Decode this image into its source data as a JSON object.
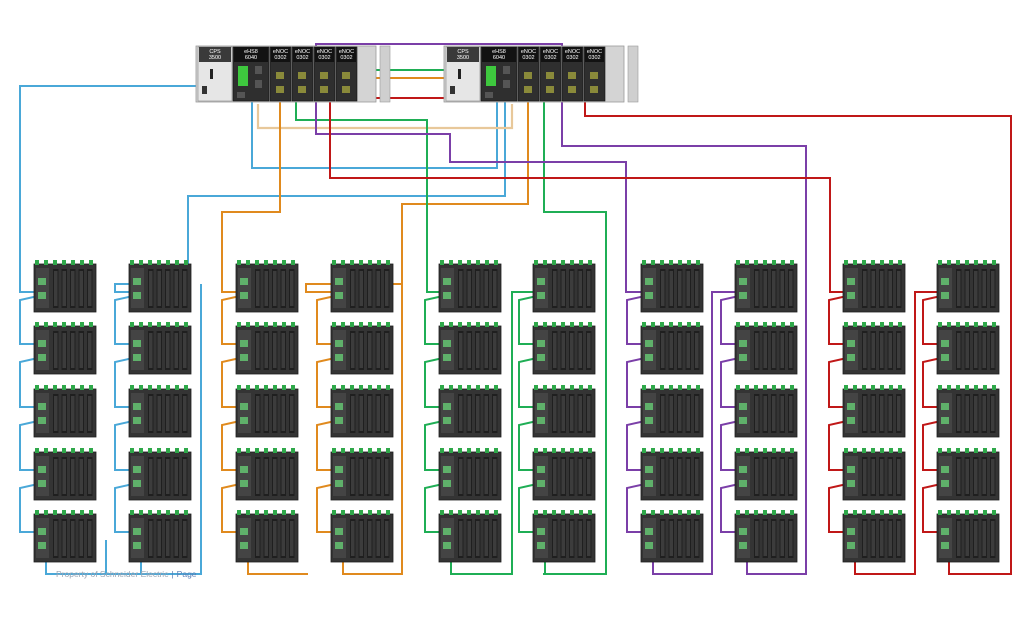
{
  "rack": {
    "units": [
      {
        "modules": [
          {
            "kind": "power",
            "lines": [
              "CPS",
              "3500"
            ]
          },
          {
            "kind": "cpu",
            "lines": [
              "eHS8",
              "6040"
            ]
          },
          {
            "kind": "noc",
            "lines": [
              "eNOC",
              "0302"
            ]
          },
          {
            "kind": "noc",
            "lines": [
              "eNOC",
              "0302"
            ]
          },
          {
            "kind": "noc",
            "lines": [
              "eNOC",
              "0302"
            ]
          },
          {
            "kind": "noc",
            "lines": [
              "eNOC",
              "0302"
            ]
          }
        ]
      },
      {
        "modules": [
          {
            "kind": "power",
            "lines": [
              "CPS",
              "3500"
            ]
          },
          {
            "kind": "cpu",
            "lines": [
              "eHS8",
              "6040"
            ]
          },
          {
            "kind": "noc",
            "lines": [
              "eNOC",
              "0302"
            ]
          },
          {
            "kind": "noc",
            "lines": [
              "eNOC",
              "0302"
            ]
          },
          {
            "kind": "noc",
            "lines": [
              "eNOC",
              "0302"
            ]
          },
          {
            "kind": "noc",
            "lines": [
              "eNOC",
              "0302"
            ]
          }
        ]
      }
    ]
  },
  "drop_columns": [
    {
      "color": "#4aa8d8",
      "loop": "light-blue",
      "drops": 5
    },
    {
      "color": "#4aa8d8",
      "loop": "light-blue",
      "drops": 5
    },
    {
      "color": "#e08a1e",
      "loop": "orange",
      "drops": 5
    },
    {
      "color": "#e08a1e",
      "loop": "orange",
      "drops": 5
    },
    {
      "color": "#1fae55",
      "loop": "green",
      "drops": 5
    },
    {
      "color": "#1fae55",
      "loop": "green",
      "drops": 5
    },
    {
      "color": "#7b3fa8",
      "loop": "purple",
      "drops": 5
    },
    {
      "color": "#7b3fa8",
      "loop": "purple",
      "drops": 5
    },
    {
      "color": "#c01818",
      "loop": "red",
      "drops": 5
    },
    {
      "color": "#c01818",
      "loop": "red",
      "drops": 5
    }
  ],
  "colors": {
    "light_blue": "#4aa8d8",
    "orange": "#e08a1e",
    "green": "#1fae55",
    "purple": "#7b3fa8",
    "red": "#c01818",
    "tan": "#e8c89a",
    "module_body": "#2c2c2c",
    "status_green": "#3ec83e"
  },
  "footer": {
    "property": "Property of Schneider Electric",
    "separator": "|",
    "page": "Page"
  }
}
